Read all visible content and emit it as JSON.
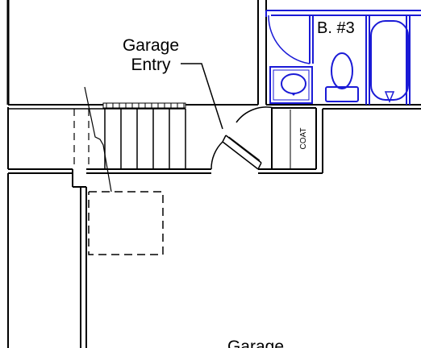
{
  "labels": {
    "garage_entry_line1": "Garage",
    "garage_entry_line2": "Entry",
    "bath": "B. #3",
    "coat": "COAT",
    "garage": "Garage"
  },
  "colors": {
    "walls": "#000000",
    "plumbing_fixtures": "#1a1ad6",
    "background": "#ffffff"
  }
}
